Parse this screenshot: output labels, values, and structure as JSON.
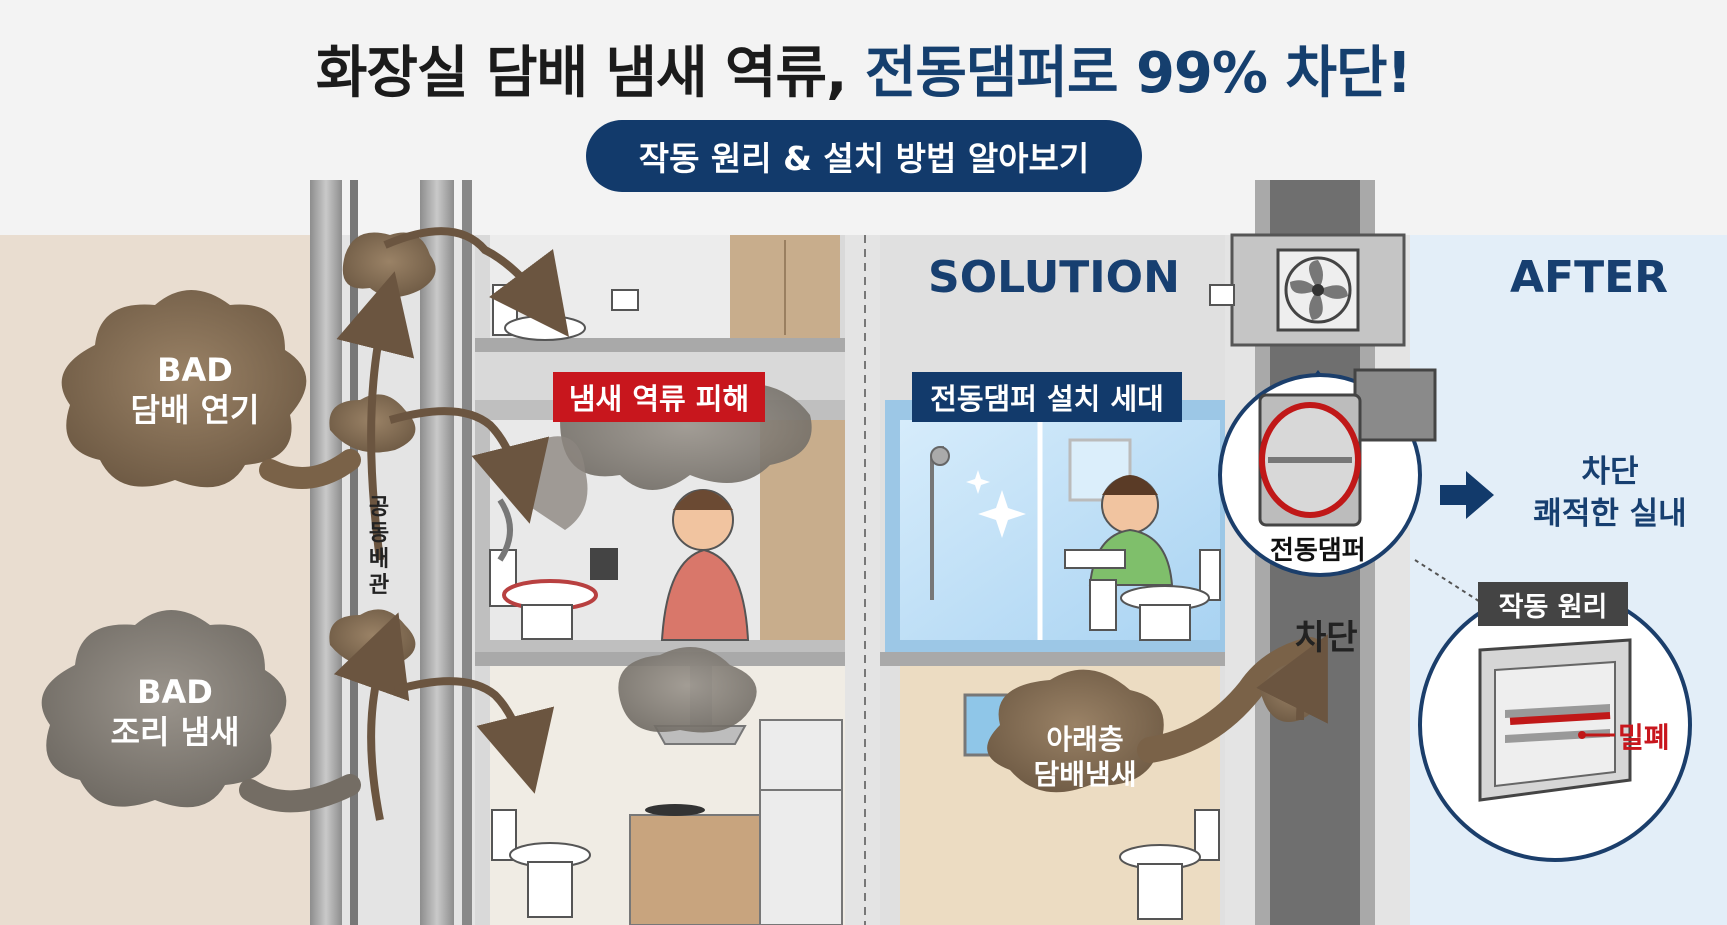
{
  "header": {
    "title_part1": "화장실 담배 냄새 역류,",
    "title_part2": "전동댐퍼로 99% 차단!",
    "subtitle": "작동 원리 & 설치 방법 알아보기"
  },
  "left_panel": {
    "cloud_top_line1": "BAD",
    "cloud_top_line2": "담배 연기",
    "cloud_bottom_line1": "BAD",
    "cloud_bottom_line2": "조리 냄새",
    "pipe_label": "공동배관",
    "damage_tag": "냄새 역류 피해"
  },
  "solution_panel": {
    "heading": "SOLUTION",
    "install_tag": "전동댐퍼 설치 세대",
    "downstairs_line1": "아래층",
    "downstairs_line2": "담배냄새",
    "block_label": "차단"
  },
  "after_panel": {
    "heading": "AFTER",
    "damper_label": "전동댐퍼",
    "result_line1": "차단",
    "result_line2": "쾌적한 실내",
    "principle_tag": "작동 원리",
    "seal_label": "밀폐"
  },
  "colors": {
    "navy": "#123a6b",
    "red": "#c8161d",
    "smoke": "#8a7258"
  }
}
